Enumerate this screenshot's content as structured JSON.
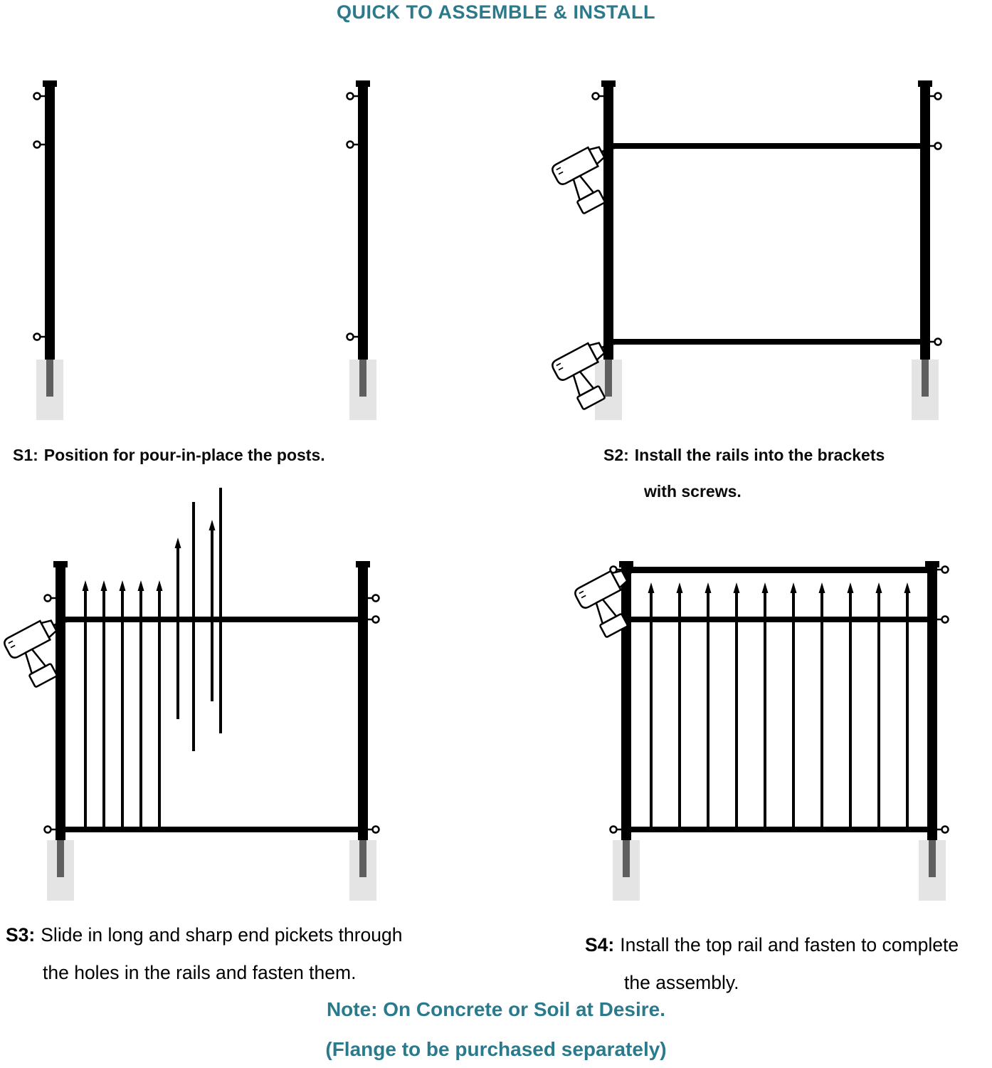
{
  "title": "QUICK TO ASSEMBLE & INSTALL",
  "steps": {
    "s1": {
      "label": "S1:",
      "line1": "Position for pour-in-place the posts.",
      "line2": ""
    },
    "s2": {
      "label": "S2:",
      "line1": "Install the rails into the brackets",
      "line2": "with screws."
    },
    "s3": {
      "label": "S3:",
      "line1": "Slide in long and sharp end pickets through",
      "line2": "the holes in the rails and fasten them."
    },
    "s4": {
      "label": "S4:",
      "line1": "Install the top rail and fasten to complete",
      "line2": "the assembly."
    }
  },
  "note": {
    "line1": "Note: On Concrete or Soil at Desire.",
    "line2": "(Flange to be purchased separately)"
  },
  "colors": {
    "accent": "#2b7a8c",
    "fence": "#000000",
    "anchor_fill": "#e4e4e4",
    "anchor_stub": "#5f5f5f",
    "drill_fill": "#ffffff"
  },
  "icons": {
    "drill": "drill-icon",
    "bracket": "bracket-ring-icon",
    "spear": "spear-picket-tip",
    "anchor": "concrete-anchor-block"
  }
}
